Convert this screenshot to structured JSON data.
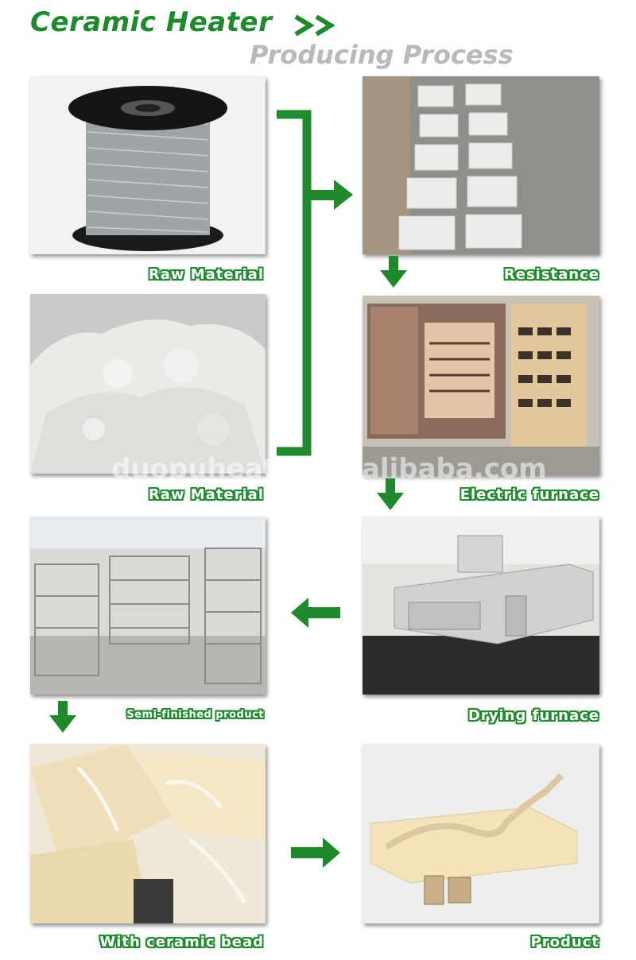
{
  "header": {
    "title": "Ceramic  Heater",
    "subtitle": "Producing Process"
  },
  "steps": [
    {
      "label": "Raw Material"
    },
    {
      "label": "Raw Material"
    },
    {
      "label": "Resistance"
    },
    {
      "label": "Electric furnace"
    },
    {
      "label": "Drying furnace"
    },
    {
      "label": "Semi-finished product"
    },
    {
      "label": "With ceramic bead"
    },
    {
      "label": "Product"
    }
  ],
  "watermark": "duopuheater.en.alibaba.com",
  "colors": {
    "accent_green": "#1f8a2c",
    "subtitle_gray": "#b9b9b9"
  }
}
